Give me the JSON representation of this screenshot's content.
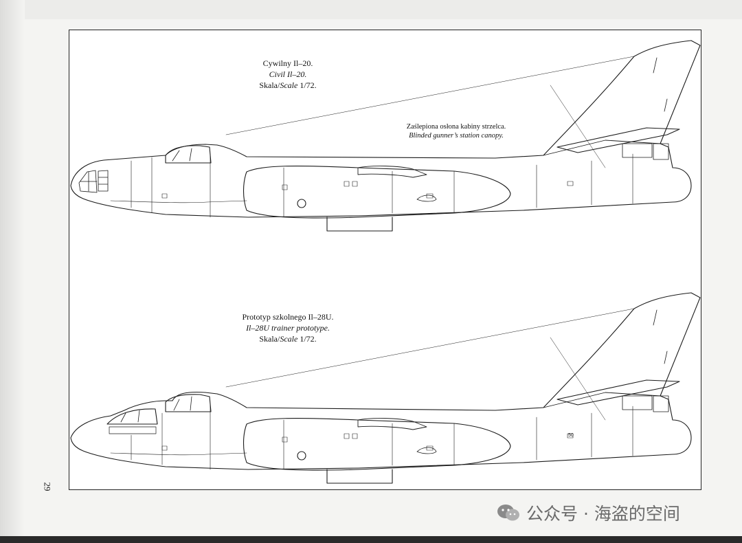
{
  "page": {
    "number": "29"
  },
  "drawings": [
    {
      "title_pl": "Cywilny Il–20.",
      "title_en": "Civil Il–20.",
      "scale_label_pl": "Skala/",
      "scale_label_en": "Scale",
      "scale_value": " 1/72."
    },
    {
      "title_pl": "Prototyp szkolnego Il–28U.",
      "title_en": "Il–28U trainer prototype.",
      "scale_label_pl": "Skala/",
      "scale_label_en": "Scale",
      "scale_value": " 1/72."
    }
  ],
  "annotation": {
    "pl": "Zaślepiona osłona kabiny strzelca.",
    "en": "Blinded gunner’s station canopy."
  },
  "panel_markings": [
    "50"
  ],
  "watermark": {
    "text": "公众号 · 海盗的空间",
    "icon": "wechat-logo-icon"
  },
  "colors": {
    "line": "#1a1a1a",
    "paper": "#ffffff",
    "watermark": "#6a6a6a"
  }
}
